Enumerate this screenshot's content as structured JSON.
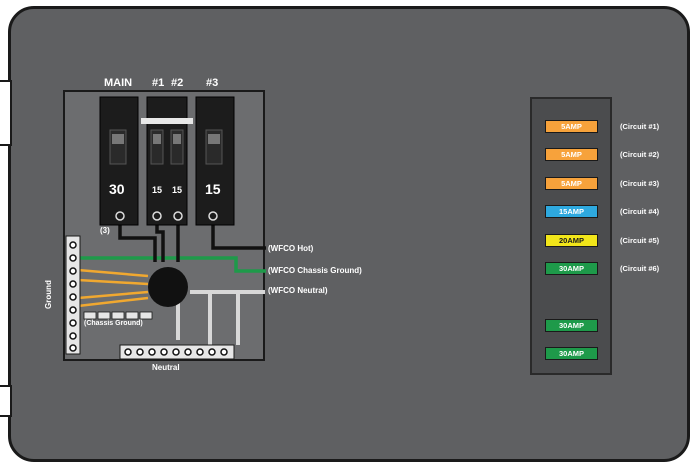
{
  "breakers": {
    "headers": [
      "MAIN",
      "#1",
      "#2",
      "#3"
    ],
    "ratings": [
      "30",
      "15",
      "15",
      "15"
    ],
    "main_note": "(3)"
  },
  "wire_labels": {
    "hot": "(WFCO Hot)",
    "chassis_ground": "(WFCO Chassis Ground)",
    "neutral": "(WFCO Neutral)"
  },
  "bus_labels": {
    "ground": "Ground",
    "neutral": "Neutral",
    "chassis": "(Chassis Ground)"
  },
  "fuses": [
    {
      "label": "5AMP",
      "circuit": "(Circuit #1)",
      "color": "#f7a23b"
    },
    {
      "label": "5AMP",
      "circuit": "(Circuit #2)",
      "color": "#f7a23b"
    },
    {
      "label": "5AMP",
      "circuit": "(Circuit #3)",
      "color": "#f7a23b"
    },
    {
      "label": "15AMP",
      "circuit": "(Circuit #4)",
      "color": "#2ea9df"
    },
    {
      "label": "20AMP",
      "circuit": "(Circuit #5)",
      "color": "#f2e61a"
    },
    {
      "label": "30AMP",
      "circuit": "(Circuit #6)",
      "color": "#1e9a4a"
    },
    {
      "label": "30AMP",
      "circuit": "",
      "color": "#1e9a4a"
    },
    {
      "label": "30AMP",
      "circuit": "",
      "color": "#1e9a4a"
    }
  ],
  "colors": {
    "panel": "#5f6062",
    "wire_hot": "#111111",
    "wire_ground": "#1e9a4a",
    "wire_chassis": "#f0a830",
    "wire_neutral": "#d8d8d8"
  }
}
